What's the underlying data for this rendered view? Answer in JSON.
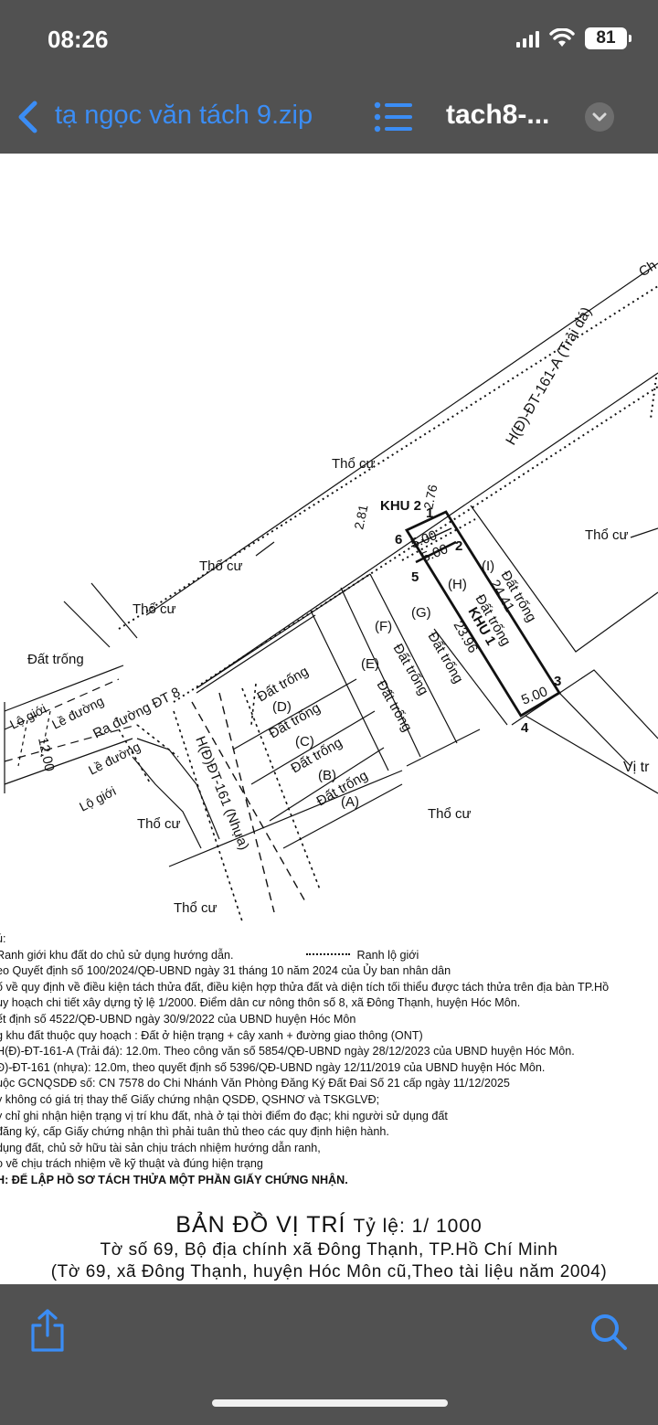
{
  "status_bar": {
    "time": "08:26",
    "battery": "81",
    "icons": [
      "signal-icon",
      "wifi-icon",
      "battery-icon"
    ]
  },
  "nav": {
    "back_label": "tạ ngọc văn tách 9.zip",
    "doc_title": "tach8-...",
    "icons": [
      "back-chevron-icon",
      "list-icon",
      "chevron-down-icon"
    ]
  },
  "map": {
    "top_corner": "Ch",
    "road_a": "H(Đ)-ĐT-161-A (Trải đá)",
    "road_b": "H(Đ)ĐT-161 (Nhựa)",
    "road_dt8": "Ra đường ĐT 8",
    "width_12": "12.00",
    "le_duong_1": "Lề đường",
    "le_duong_2": "Lề đường",
    "lo_gioi_1": "Lộ giới",
    "lo_gioi_2": "Lộ giới",
    "khu2": "KHU 2",
    "khu1": "KHU 1",
    "dim_276": "2.76",
    "dim_281": "2.81",
    "dim_500_a": "5.00",
    "dim_500_b": "5.00",
    "dim_500_c": "5.00",
    "dim_2441": "24.41",
    "dim_2396": "23.96",
    "pt1": "1",
    "pt2": "2",
    "pt3": "3",
    "pt4": "4",
    "pt5": "5",
    "pt6": "6",
    "tho_cu_1": "Thổ cư",
    "tho_cu_2": "Thổ cư",
    "tho_cu_3": "Thổ cư",
    "tho_cu_4": "Thổ cư",
    "tho_cu_5": "Thổ cư",
    "tho_cu_6": "Thổ cư",
    "tho_cu_7": "Thổ cư",
    "dat_trong_left": "Đất trống",
    "lot_I": "(I)",
    "lot_H": "(H)",
    "lot_G": "(G)",
    "lot_F": "(F)",
    "lot_E": "(E)",
    "lot_D": "(D)",
    "lot_C": "(C)",
    "lot_B": "(B)",
    "lot_A": "(A)",
    "dat_trong_I": "Đất trống",
    "dat_trong_H": "Đất trống",
    "dat_trong_G": "Đất trống",
    "dat_trong_F": "Đất trống",
    "dat_trong_E": "Đất trống",
    "dat_trong_D": "Đất trống",
    "dat_trong_C": "Đất trống",
    "dat_trong_B": "Đất trống",
    "dat_trong_A": "Đất trống",
    "vi_tri": "Vị tr"
  },
  "notes": {
    "l1": "ú:",
    "l2a": "Ranh giới khu đất do chủ sử dụng hướng dẫn.",
    "l2b": "Ranh lộ giới",
    "l3": "eo Quyết định số 100/2024/QĐ-UBND ngày 31 tháng 10 năm 2024 của Ủy ban nhân dân",
    "l4": "ố về quy định về điều kiện tách thửa đất, điều kiện hợp thửa đất và diện tích tối thiểu được tách thửa trên địa bàn TP.Hồ",
    "l5": "uy hoạch chi tiết xây dựng tỷ lệ 1/2000. Điểm dân cư nông thôn số 8, xã Đông Thạnh, huyện Hóc Môn.",
    "l6": "ết định số 4522/QĐ-UBND ngày 30/9/2022 của UBND huyện Hóc Môn",
    "l7": "g khu đất thuộc quy hoạch : Đất ở hiện trạng + cây xanh + đường giao thông (ONT)",
    "l8": "H(Đ)-ĐT-161-A (Trải đá): 12.0m. Theo công văn số 5854/QĐ-UBND ngày 28/12/2023 của UBND huyện Hóc Môn.",
    "l9": "Đ)-ĐT-161 (nhựa): 12.0m, theo quyết định số 5396/QĐ-UBND ngày 12/11/2019 của UBND huyện Hóc Môn.",
    "l10": "uộc GCNQSDĐ số: CN 7578 do Chi Nhánh Văn Phòng Đăng Ký Đất Đai Số 21 cấp ngày 11/12/2025",
    "l11": "y không có giá trị thay thế Giấy chứng nhận QSDĐ, QSHNƠ và TSKGLVĐ;",
    "l12": "y chỉ ghi nhận hiện trạng vị trí khu đất, nhà ở tại thời điểm đo đạc; khi người sử dụng đất",
    "l13": " đăng ký, cấp Giấy chứng nhận thì phải tuân thủ theo các quy định hiện hành.",
    "l14": "dụng đất, chủ sở hữu tài sản chịu trách nhiệm hướng dẫn ranh,",
    "l15": "o vẽ chịu trách nhiệm về kỹ thuật và đúng hiện trạng",
    "l16": "H: ĐỂ LẬP HỒ SƠ TÁCH THỬA MỘT PHẦN GIẤY CHỨNG NHẬN."
  },
  "title": {
    "main": "BẢN ĐỒ VỊ TRÍ",
    "scale": "Tỷ lệ: 1/ 1000",
    "line2": "Tờ số 69, Bộ địa chính xã Đông Thạnh, TP.Hồ Chí Minh",
    "line3": "(Tờ 69, xã Đông Thạnh, huyện Hóc Môn cũ,Theo tài liệu năm 2004)"
  },
  "bottom_bar": {
    "icons": [
      "share-icon",
      "search-icon"
    ]
  }
}
